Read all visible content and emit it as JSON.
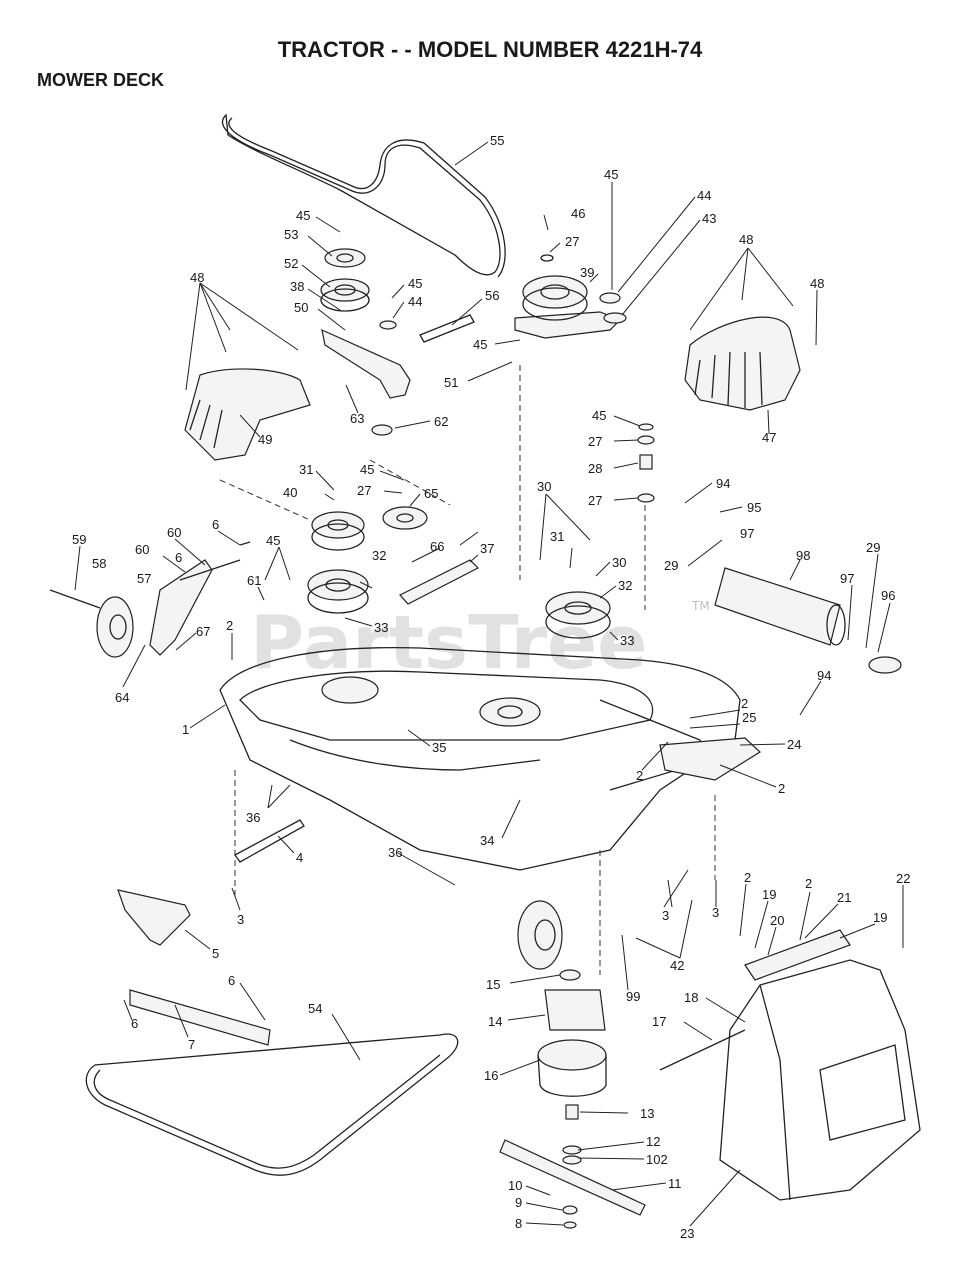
{
  "header": {
    "title": "TRACTOR - - MODEL NUMBER 4221H-74",
    "subtitle": "MOWER DECK"
  },
  "watermark": {
    "text": "PartsTree",
    "tm": "TM"
  },
  "callouts": [
    "55",
    "45",
    "53",
    "52",
    "46",
    "27",
    "45",
    "44",
    "43",
    "39",
    "38",
    "50",
    "45",
    "44",
    "56",
    "48",
    "48",
    "48",
    "45",
    "51",
    "63",
    "62",
    "49",
    "47",
    "45",
    "27",
    "28",
    "31",
    "45",
    "27",
    "40",
    "65",
    "27",
    "94",
    "95",
    "30",
    "59",
    "60",
    "6",
    "58",
    "60",
    "6",
    "57",
    "45",
    "31",
    "30",
    "66",
    "37",
    "29",
    "97",
    "98",
    "29",
    "61",
    "32",
    "32",
    "97",
    "96",
    "67",
    "2",
    "33",
    "33",
    "64",
    "1",
    "94",
    "2",
    "25",
    "24",
    "35",
    "2",
    "2",
    "36",
    "34",
    "4",
    "36",
    "3",
    "3",
    "3",
    "42",
    "2",
    "19",
    "2",
    "21",
    "22",
    "20",
    "19",
    "5",
    "15",
    "99",
    "18",
    "6",
    "6",
    "17",
    "14",
    "7",
    "54",
    "16",
    "13",
    "12",
    "102",
    "10",
    "11",
    "9",
    "8",
    "23"
  ]
}
